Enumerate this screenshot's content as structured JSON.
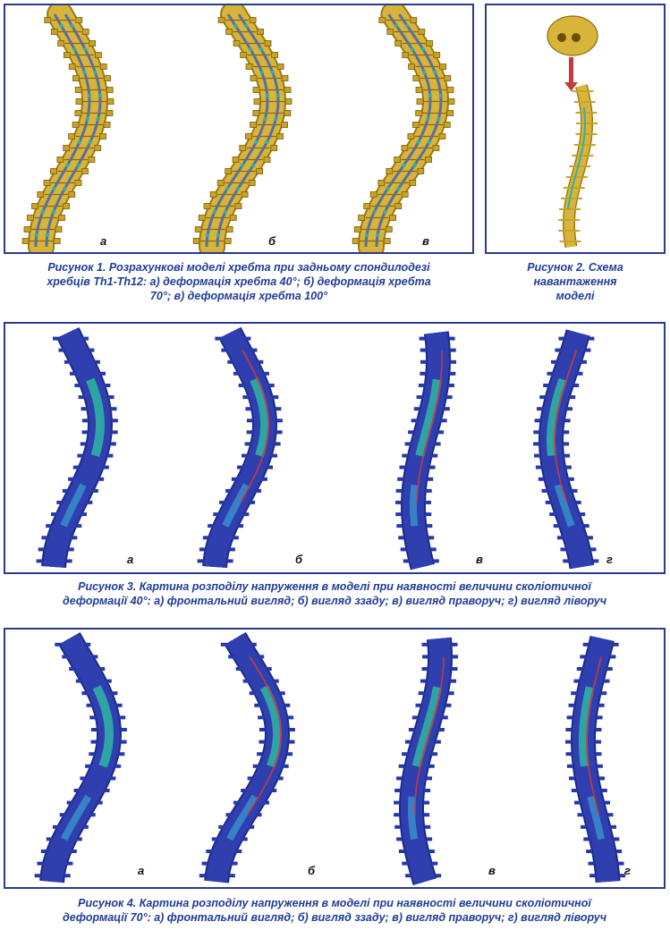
{
  "figure1": {
    "caption_lines": [
      "Рисунок 1. Розрахункові моделі хребта при задньому спондилодезі",
      "хребців Th1-Th12: а) деформація хребта 40°; б) деформація хребта",
      "70°; в) деформація хребта 100°"
    ],
    "panel_labels": [
      "а",
      "б",
      "в"
    ]
  },
  "figure2": {
    "caption_lines": [
      "Рисунок 2. Схема",
      "навантаження",
      "моделі"
    ]
  },
  "figure3": {
    "caption_lines": [
      "Рисунок 3. Картина розподілу напруження в моделі при наявності величини сколіотичної",
      "деформації 40°: а) фронтальний вигляд; б) вигляд ззаду; в) вигляд праворуч; г) вигляд ліворуч"
    ],
    "panel_labels": [
      "а",
      "б",
      "в",
      "г"
    ]
  },
  "figure4": {
    "caption_lines": [
      "Рисунок 4. Картина розподілу напруження в моделі при наявності величини сколіотичної",
      "деформації 70°: а) фронтальний вигляд; б) вигляд ззаду; в) вигляд праворуч; г) вигляд ліворуч"
    ],
    "panel_labels": [
      "а",
      "б",
      "в",
      "г"
    ]
  },
  "colors": {
    "frame": "#2a3a8c",
    "caption": "#1f3c98",
    "bone_yellow": "#d8b53a",
    "rod_gray": "#5a6ea0",
    "stress_blue": "#2f3fb0",
    "stress_green": "#2fc7a0",
    "rod_red": "#c83a3a"
  }
}
